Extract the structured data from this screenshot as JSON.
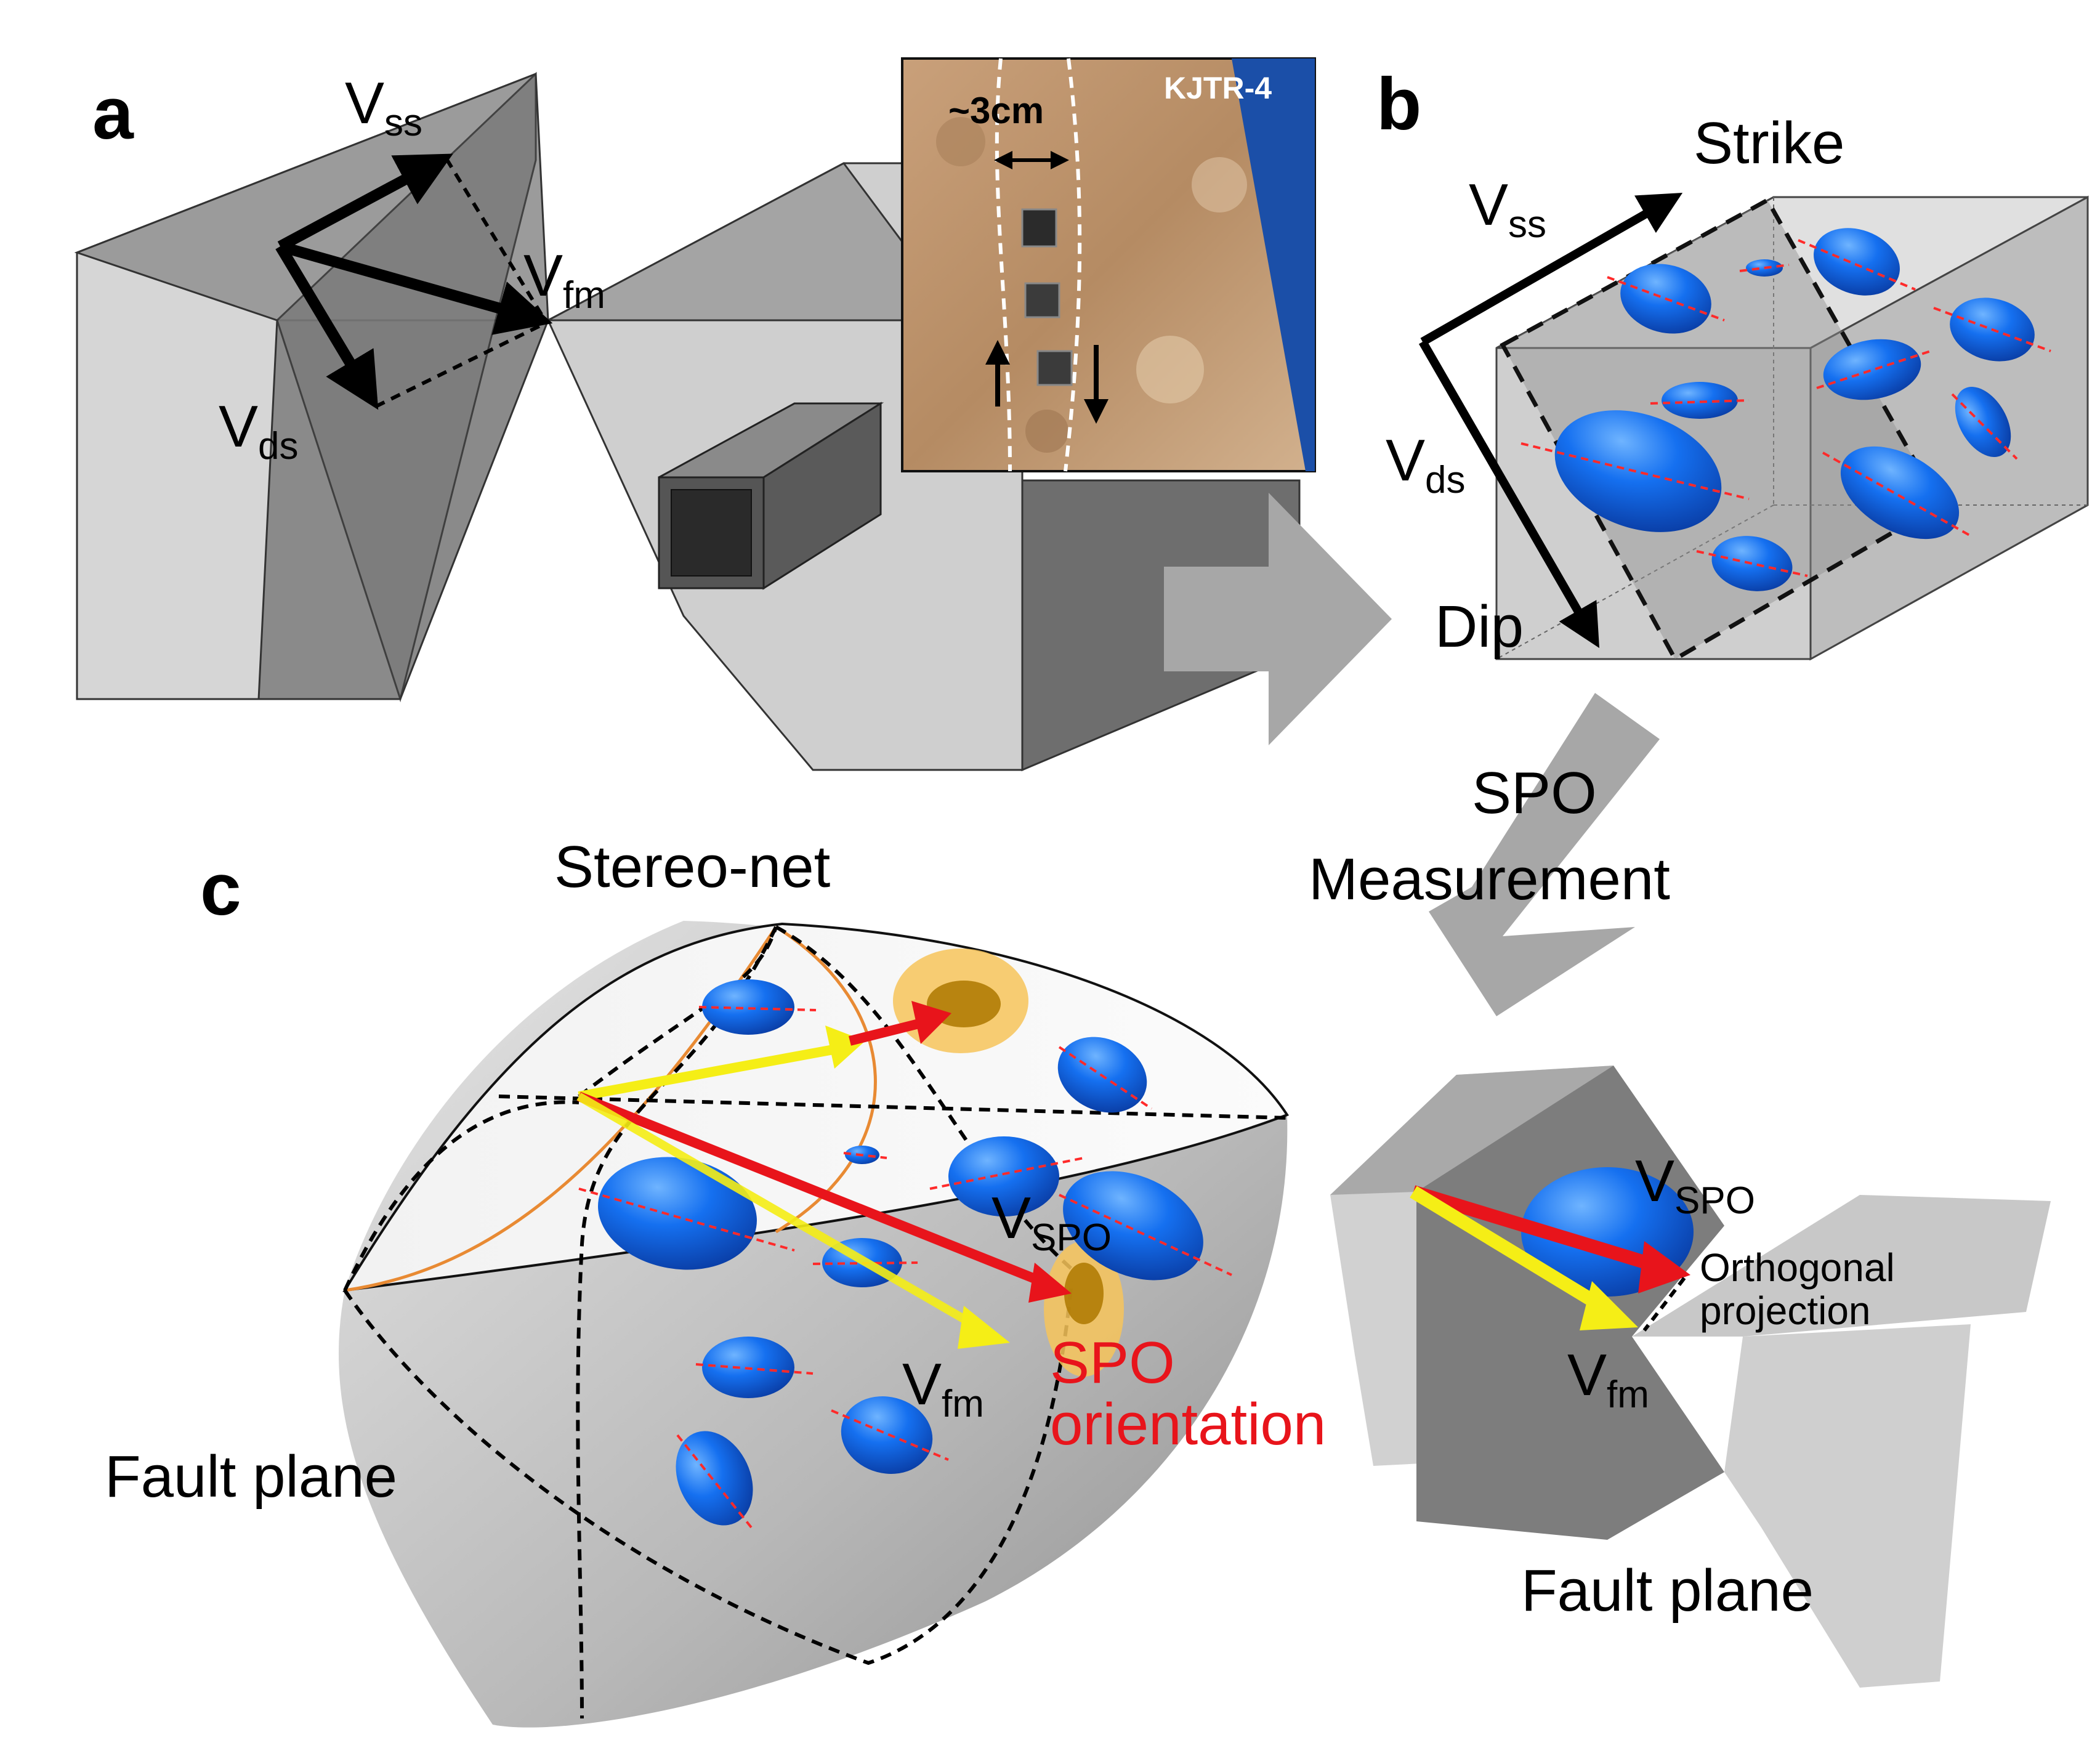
{
  "panel_a": {
    "letter": "a",
    "v_ss_main": "V",
    "v_ss_sub": "ss",
    "v_fm_main": "V",
    "v_fm_sub": "fm",
    "v_ds_main": "V",
    "v_ds_sub": "ds",
    "photo_label": "KJTR-4",
    "photo_scale": "~3cm"
  },
  "panel_b": {
    "letter": "b",
    "strike": "Strike",
    "dip": "Dip",
    "v_ss_main": "V",
    "v_ss_sub": "ss",
    "v_ds_main": "V",
    "v_ds_sub": "ds"
  },
  "spo_measurement": {
    "line1": "SPO",
    "line2": "Measurement"
  },
  "panel_c": {
    "letter": "c",
    "stereo_net": "Stereo-net",
    "fault_plane": "Fault plane",
    "v_spo_main": "V",
    "v_spo_sub": "SPO",
    "v_fm_main": "V",
    "v_fm_sub": "fm",
    "spo_orientation_1": "SPO",
    "spo_orientation_2": "orientation"
  },
  "panel_d": {
    "v_spo_main": "V",
    "v_spo_sub": "SPO",
    "v_fm_main": "V",
    "v_fm_sub": "fm",
    "orthogonal_1": "Orthogonal",
    "orthogonal_2": "projection",
    "fault_plane": "Fault plane"
  },
  "colors": {
    "block_light": "#d6d6d6",
    "block_mid": "#9b9b9b",
    "block_dark": "#6e6e6e",
    "ellipsoid": "#1570f0",
    "arrow_red": "#e8141b",
    "arrow_yellow": "#f5ee16",
    "density_orange": "#f2b53a"
  }
}
